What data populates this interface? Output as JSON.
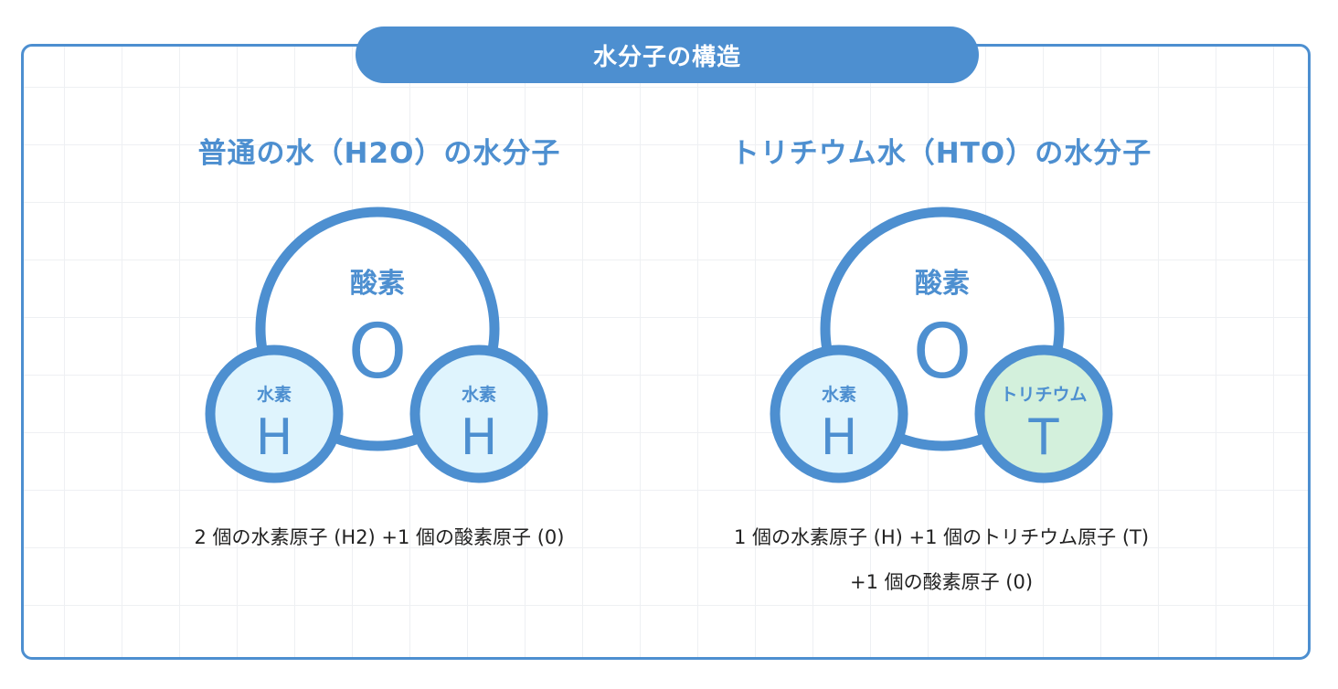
{
  "header": {
    "title": "水分子の構造"
  },
  "colors": {
    "accent": "#4d8fd0",
    "hydrogen_fill": "#dff4fd",
    "tritium_fill": "#d3f0dc",
    "caption_text": "#222222",
    "grid_line": "#eef0f3"
  },
  "left_panel": {
    "title": "普通の水（H2O）の水分子",
    "oxygen": {
      "name": "酸素",
      "symbol": "O"
    },
    "atom_left": {
      "name": "水素",
      "symbol": "H"
    },
    "atom_right": {
      "name": "水素",
      "symbol": "H"
    },
    "caption_line1": "2 個の水素原子 (H2) +1 個の酸素原子 (0)"
  },
  "right_panel": {
    "title": "トリチウム水（HTO）の水分子",
    "oxygen": {
      "name": "酸素",
      "symbol": "O"
    },
    "atom_left": {
      "name": "水素",
      "symbol": "H"
    },
    "atom_right": {
      "name": "トリチウム",
      "symbol": "T"
    },
    "caption_line1": "1 個の水素原子 (H) +1 個のトリチウム原子 (T)",
    "caption_line2": "+1 個の酸素原子 (0)"
  }
}
